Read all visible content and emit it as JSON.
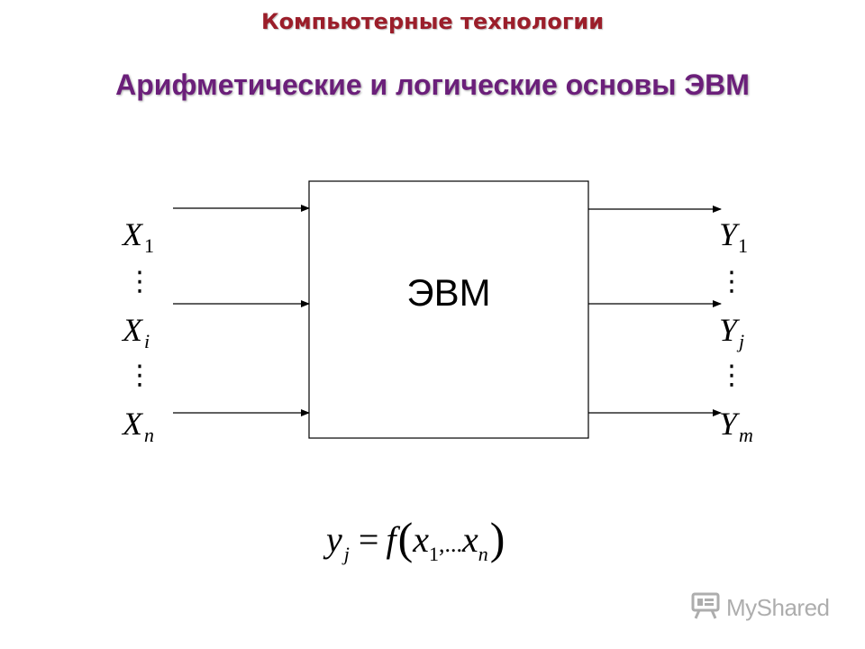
{
  "header": {
    "subject": "Компьютерные технологии",
    "title": "Арифметические и логические основы ЭВМ"
  },
  "diagram": {
    "box_label": "ЭВМ",
    "inputs": [
      {
        "base": "X",
        "sub": "1"
      },
      {
        "base": "X",
        "sub": "i"
      },
      {
        "base": "X",
        "sub": "n"
      }
    ],
    "outputs": [
      {
        "base": "Y",
        "sub": "1"
      },
      {
        "base": "Y",
        "sub": "j"
      },
      {
        "base": "Y",
        "sub": "m"
      }
    ],
    "ellipsis": "⋮"
  },
  "formula": {
    "lhs": "y",
    "lhs_sub": "j",
    "eq": "=",
    "func": "f",
    "open": "(",
    "arg1": "x",
    "arg1_sub": "1",
    "sep": ",...",
    "arg2": "x",
    "arg2_sub": "n",
    "close": ")"
  },
  "watermark": {
    "text": "MyShared",
    "icon": "presentation-board-icon"
  },
  "colors": {
    "header": "#9b1e2a",
    "title": "#6b1f7a",
    "line": "#000000"
  }
}
